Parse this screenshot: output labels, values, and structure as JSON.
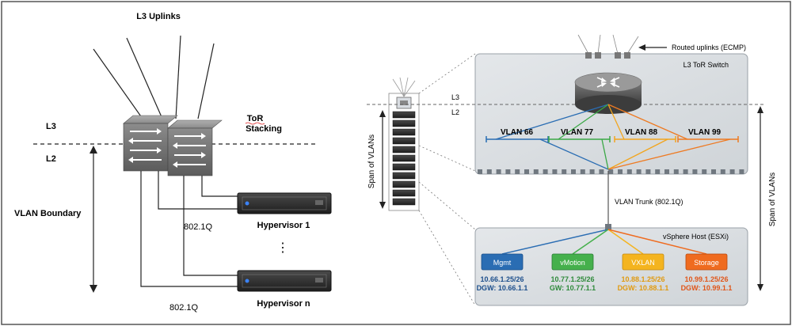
{
  "left": {
    "uplinks_title": "L3 Uplinks",
    "l3": "L3",
    "l2": "L2",
    "tor_line1": "ToR",
    "tor_line2": "Stacking",
    "vlan_boundary": "VLAN Boundary",
    "dot1q_a": "802.1Q",
    "dot1q_b": "802.1Q",
    "ellipsis": "⋮",
    "hypervisor_1": "Hypervisor 1",
    "hypervisor_n": "Hypervisor n"
  },
  "right": {
    "routed_uplinks": "Routed uplinks (ECMP)",
    "tor_switch": "L3 ToR Switch",
    "l3": "L3",
    "l2": "L2",
    "span_left": "Span of VLANs",
    "span_right": "Span of VLANs",
    "vlans": [
      {
        "label": "VLAN 66",
        "color": "#2a6db3"
      },
      {
        "label": "VLAN 77",
        "color": "#3aa846"
      },
      {
        "label": "VLAN 88",
        "color": "#f2a51e"
      },
      {
        "label": "VLAN 99",
        "color": "#ee7a22"
      }
    ],
    "trunk": "VLAN Trunk (802.1Q)",
    "host": "vSphere Host (ESXi)",
    "networks": [
      {
        "name": "Mgmt",
        "ip": "10.66.1.25/26",
        "gw": "DGW: 10.66.1.1",
        "color": "#2a6db3",
        "text_color": "#1d4f8c"
      },
      {
        "name": "vMotion",
        "ip": "10.77.1.25/26",
        "gw": "GW: 10.77.1.1",
        "color": "#45b04c",
        "text_color": "#2e8a3a"
      },
      {
        "name": "VXLAN",
        "ip": "10.88.1.25/26",
        "gw": "DGW: 10.88.1.1",
        "color": "#f4b41f",
        "text_color": "#e09a10"
      },
      {
        "name": "Storage",
        "ip": "10.99.1.25/26",
        "gw": "DGW: 10.99.1.1",
        "color": "#ef6b1f",
        "text_color": "#e0561a"
      }
    ]
  }
}
